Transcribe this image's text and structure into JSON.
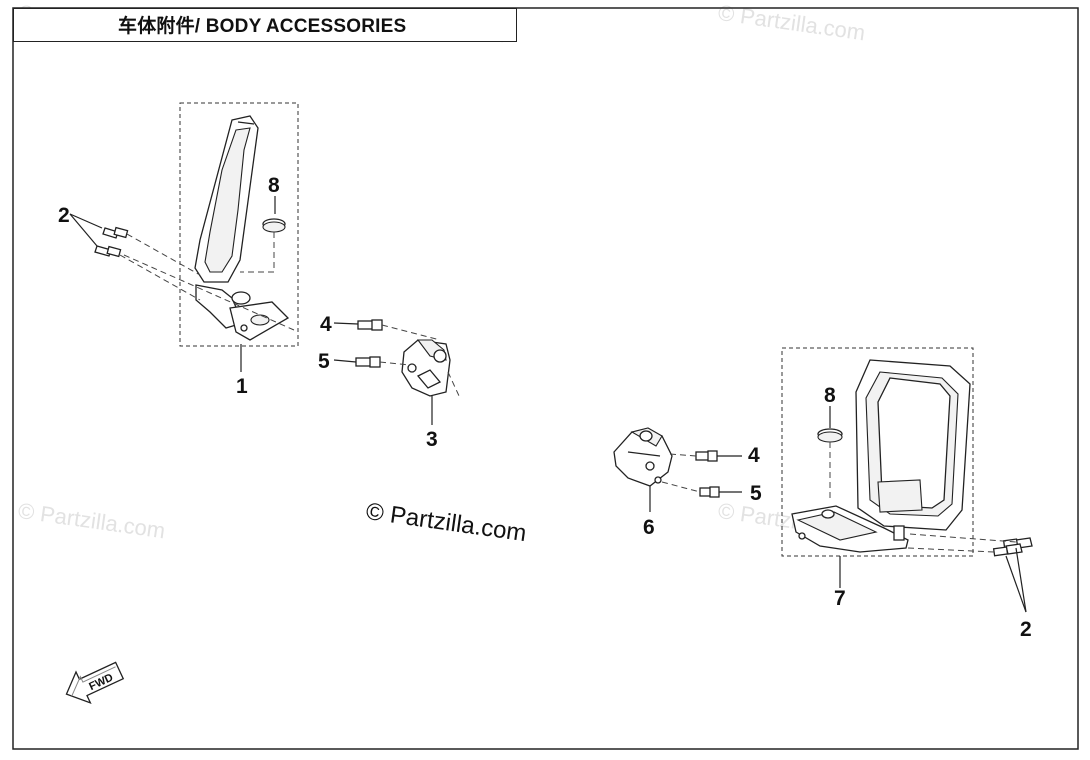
{
  "title": "车体附件/ BODY ACCESSORIES",
  "watermark": "© Partzilla.com",
  "copyright": "© Partzilla.com",
  "callouts": {
    "c1": "1",
    "c2_left": "2",
    "c2_right": "2",
    "c3": "3",
    "c4_left": "4",
    "c4_right": "4",
    "c5_left": "5",
    "c5_right": "5",
    "c6": "6",
    "c7": "7",
    "c8_left": "8",
    "c8_right": "8"
  },
  "fwd_label": "FWD"
}
